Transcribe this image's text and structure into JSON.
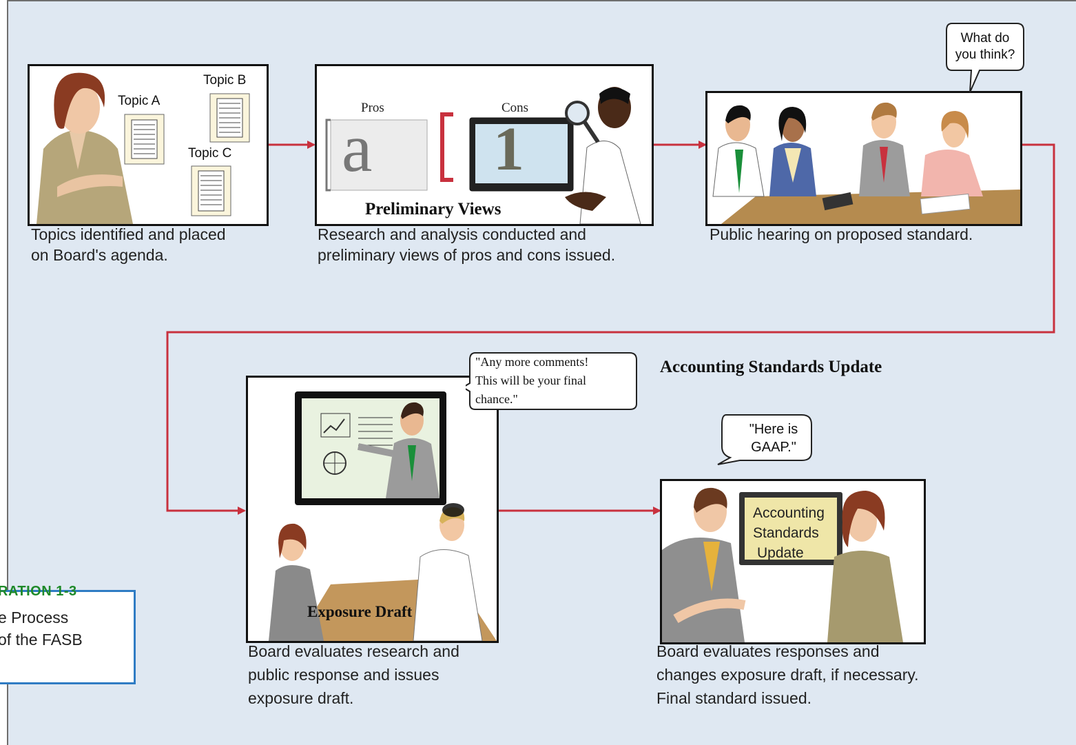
{
  "steps": [
    {
      "caption_line1": "Topics identified and placed",
      "caption_line2": "on Board's agenda.",
      "labels": [
        "Topic A",
        "Topic B",
        "Topic C"
      ]
    },
    {
      "caption_line1": "Research and analysis conducted and",
      "caption_line2": "preliminary views of pros and cons issued.",
      "panel_title": "Preliminary Views",
      "pros_label": "Pros",
      "cons_label": "Cons"
    },
    {
      "caption_line1": "Public hearing on proposed standard.",
      "bubble": "What do you think?"
    },
    {
      "caption_line1": "Board evaluates research and",
      "caption_line2": "public response and issues",
      "caption_line3": "exposure draft.",
      "panel_title": "Exposure Draft",
      "bubble_line1": "\"Any more comments!",
      "bubble_line2": "This will be your final",
      "bubble_line3": "chance.\""
    },
    {
      "caption_line1": "Board evaluates responses and",
      "caption_line2": "changes exposure draft, if necessary.",
      "caption_line3": "Final standard issued.",
      "heading": "Accounting Standards Update",
      "bubble_line1": "\"Here is",
      "bubble_line2": "GAAP.\"",
      "board_line1": "Accounting",
      "board_line2": "Standards",
      "board_line3": "Update"
    }
  ],
  "illustration": {
    "label": "RATION 1-3",
    "title_line1": "e Process",
    "title_line2": "of the FASB"
  },
  "colors": {
    "arrow": "#c8313e",
    "background": "#dfe8f2",
    "label_green": "#1f8a2a",
    "box_border": "#2f7cc4"
  }
}
